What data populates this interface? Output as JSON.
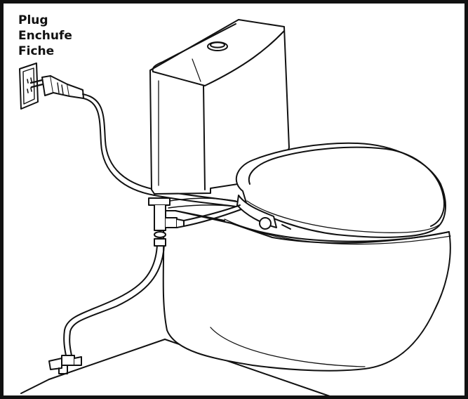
{
  "labels": {
    "plug_en": "Plug",
    "plug_es": "Enchufe",
    "plug_fr": "Fiche"
  },
  "colors": {
    "line": "#111111",
    "background": "#ffffff"
  }
}
